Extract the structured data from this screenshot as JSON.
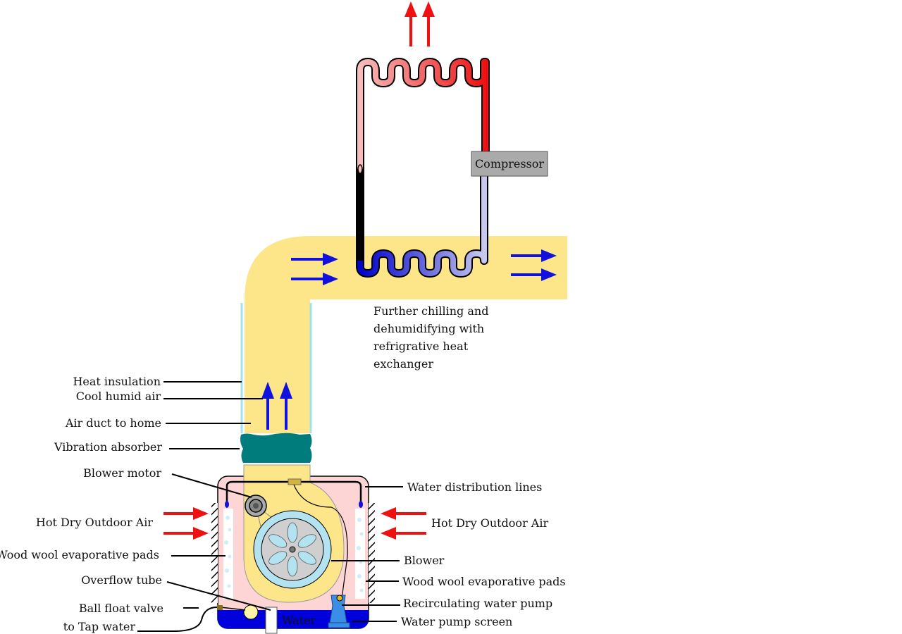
{
  "labels": {
    "compressor": "Compressor",
    "chilling_note": [
      "Further chilling and",
      "dehumidifying with",
      "refrigrative heat",
      "exchanger"
    ],
    "heat_insulation": "Heat insulation",
    "cool_humid_air": "Cool humid air",
    "air_duct_to_home": "Air duct to home",
    "vibration_absorber": "Vibration absorber",
    "blower_motor": "Blower motor",
    "water_distribution_lines": "Water distribution lines",
    "hot_dry_outdoor_air_left": "Hot Dry Outdoor Air",
    "hot_dry_outdoor_air_right": "Hot Dry Outdoor Air",
    "wood_wool_pads_left": "Wood wool evaporative pads",
    "wood_wool_pads_right": "Wood wool evaporative pads",
    "blower": "Blower",
    "overflow_tube": "Overflow tube",
    "ball_float_valve": "Ball float valve",
    "to_tap_water": "to Tap water",
    "recirculating_water_pump": "Recirculating water pump",
    "water_pump_screen": "Water pump screen",
    "water": "Water"
  },
  "colors": {
    "duct": "#fde68a",
    "cabinet": "#fdd5d5",
    "water": "#0000dd",
    "absorber": "#007c7c",
    "hot_arrow": "#ee1111",
    "cool_arrow": "#1111dd",
    "compressor_box": "#aaaaaa",
    "blower_wheel": "#b3e2f0"
  }
}
